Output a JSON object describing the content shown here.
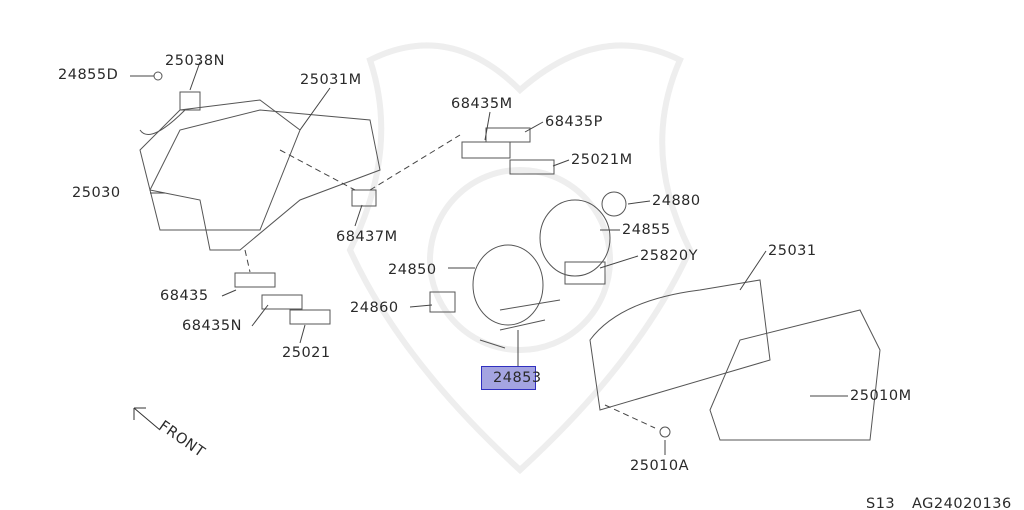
{
  "diagram": {
    "part_labels": [
      "24855D",
      "25038N",
      "25031M",
      "68435M",
      "68435P",
      "25021M",
      "25030",
      "24880",
      "24855",
      "68437M",
      "25820Y",
      "25031",
      "24850",
      "68435",
      "24860",
      "68435N",
      "25021",
      "24853",
      "25010M",
      "25010A"
    ],
    "highlighted_part": "24853",
    "direction_label": "FRONT",
    "model_code": "S13",
    "diagram_code": "AG24020136",
    "highlight_color": "#5a5ac8"
  }
}
